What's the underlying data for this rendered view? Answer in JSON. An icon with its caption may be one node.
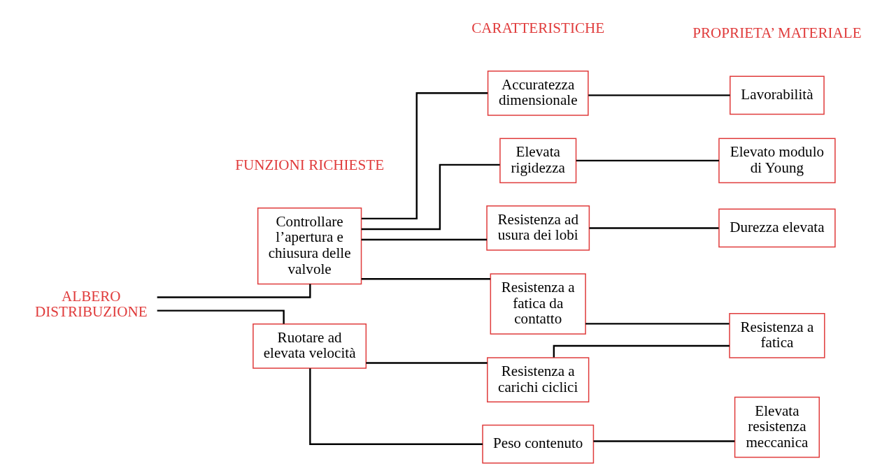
{
  "diagram": {
    "nodes": [
      {
        "text": [
          "ALBERO DISTRIBUZIONE"
        ]
      },
      {
        "text": [
          "Controllare l’apertura e chiusura delle valvole"
        ]
      },
      {
        "text": [
          "Ruotare ad elevata velocità"
        ]
      },
      {
        "text": [
          "Accuratezza dimensionale"
        ]
      },
      {
        "text": [
          "Elevata rigidezza"
        ]
      },
      {
        "text": [
          "Resistenza ad usura dei lobi"
        ]
      },
      {
        "text": [
          "Resistenza a fatica da contatto"
        ]
      },
      {
        "text": [
          "Resistenza a carichi ciclici"
        ]
      },
      {
        "text": [
          "Peso contenuto"
        ]
      },
      {
        "text": [
          "Lavorabilità"
        ]
      },
      {
        "text": [
          "Elevato modulo di Young"
        ]
      },
      {
        "text": [
          "Durezza elevata"
        ]
      },
      {
        "text": [
          "Resistenza a fatica"
        ]
      },
      {
        "text": [
          "Elevata resistenza meccanica"
        ]
      }
    ],
    "edges": [
      {
        "from": 0,
        "to": 1,
        "arrow": "none"
      },
      {
        "from": 0,
        "to": 2,
        "arrow": "none"
      },
      {
        "from": 1,
        "to": 3,
        "arrow": "none"
      },
      {
        "from": 1,
        "to": 4,
        "arrow": "none"
      },
      {
        "from": 1,
        "to": 5,
        "arrow": "none"
      },
      {
        "from": 1,
        "to": 6,
        "arrow": "none"
      },
      {
        "from": 2,
        "to": 7,
        "arrow": "none"
      },
      {
        "from": 2,
        "to": 8,
        "arrow": "none"
      },
      {
        "from": 3,
        "to": 9,
        "arrow": "none"
      },
      {
        "from": 4,
        "to": 10,
        "arrow": "none"
      },
      {
        "from": 5,
        "to": 11,
        "arrow": "none"
      },
      {
        "from": 6,
        "to": 12,
        "arrow": "none"
      },
      {
        "from": 7,
        "to": 12,
        "arrow": "none"
      },
      {
        "from": 8,
        "to": 13,
        "arrow": "none"
      }
    ],
    "labels": [
      "FUNZIONI RICHIESTE",
      "CARATTERISTICHE",
      "PROPRIETA’ MATERIALE"
    ]
  }
}
